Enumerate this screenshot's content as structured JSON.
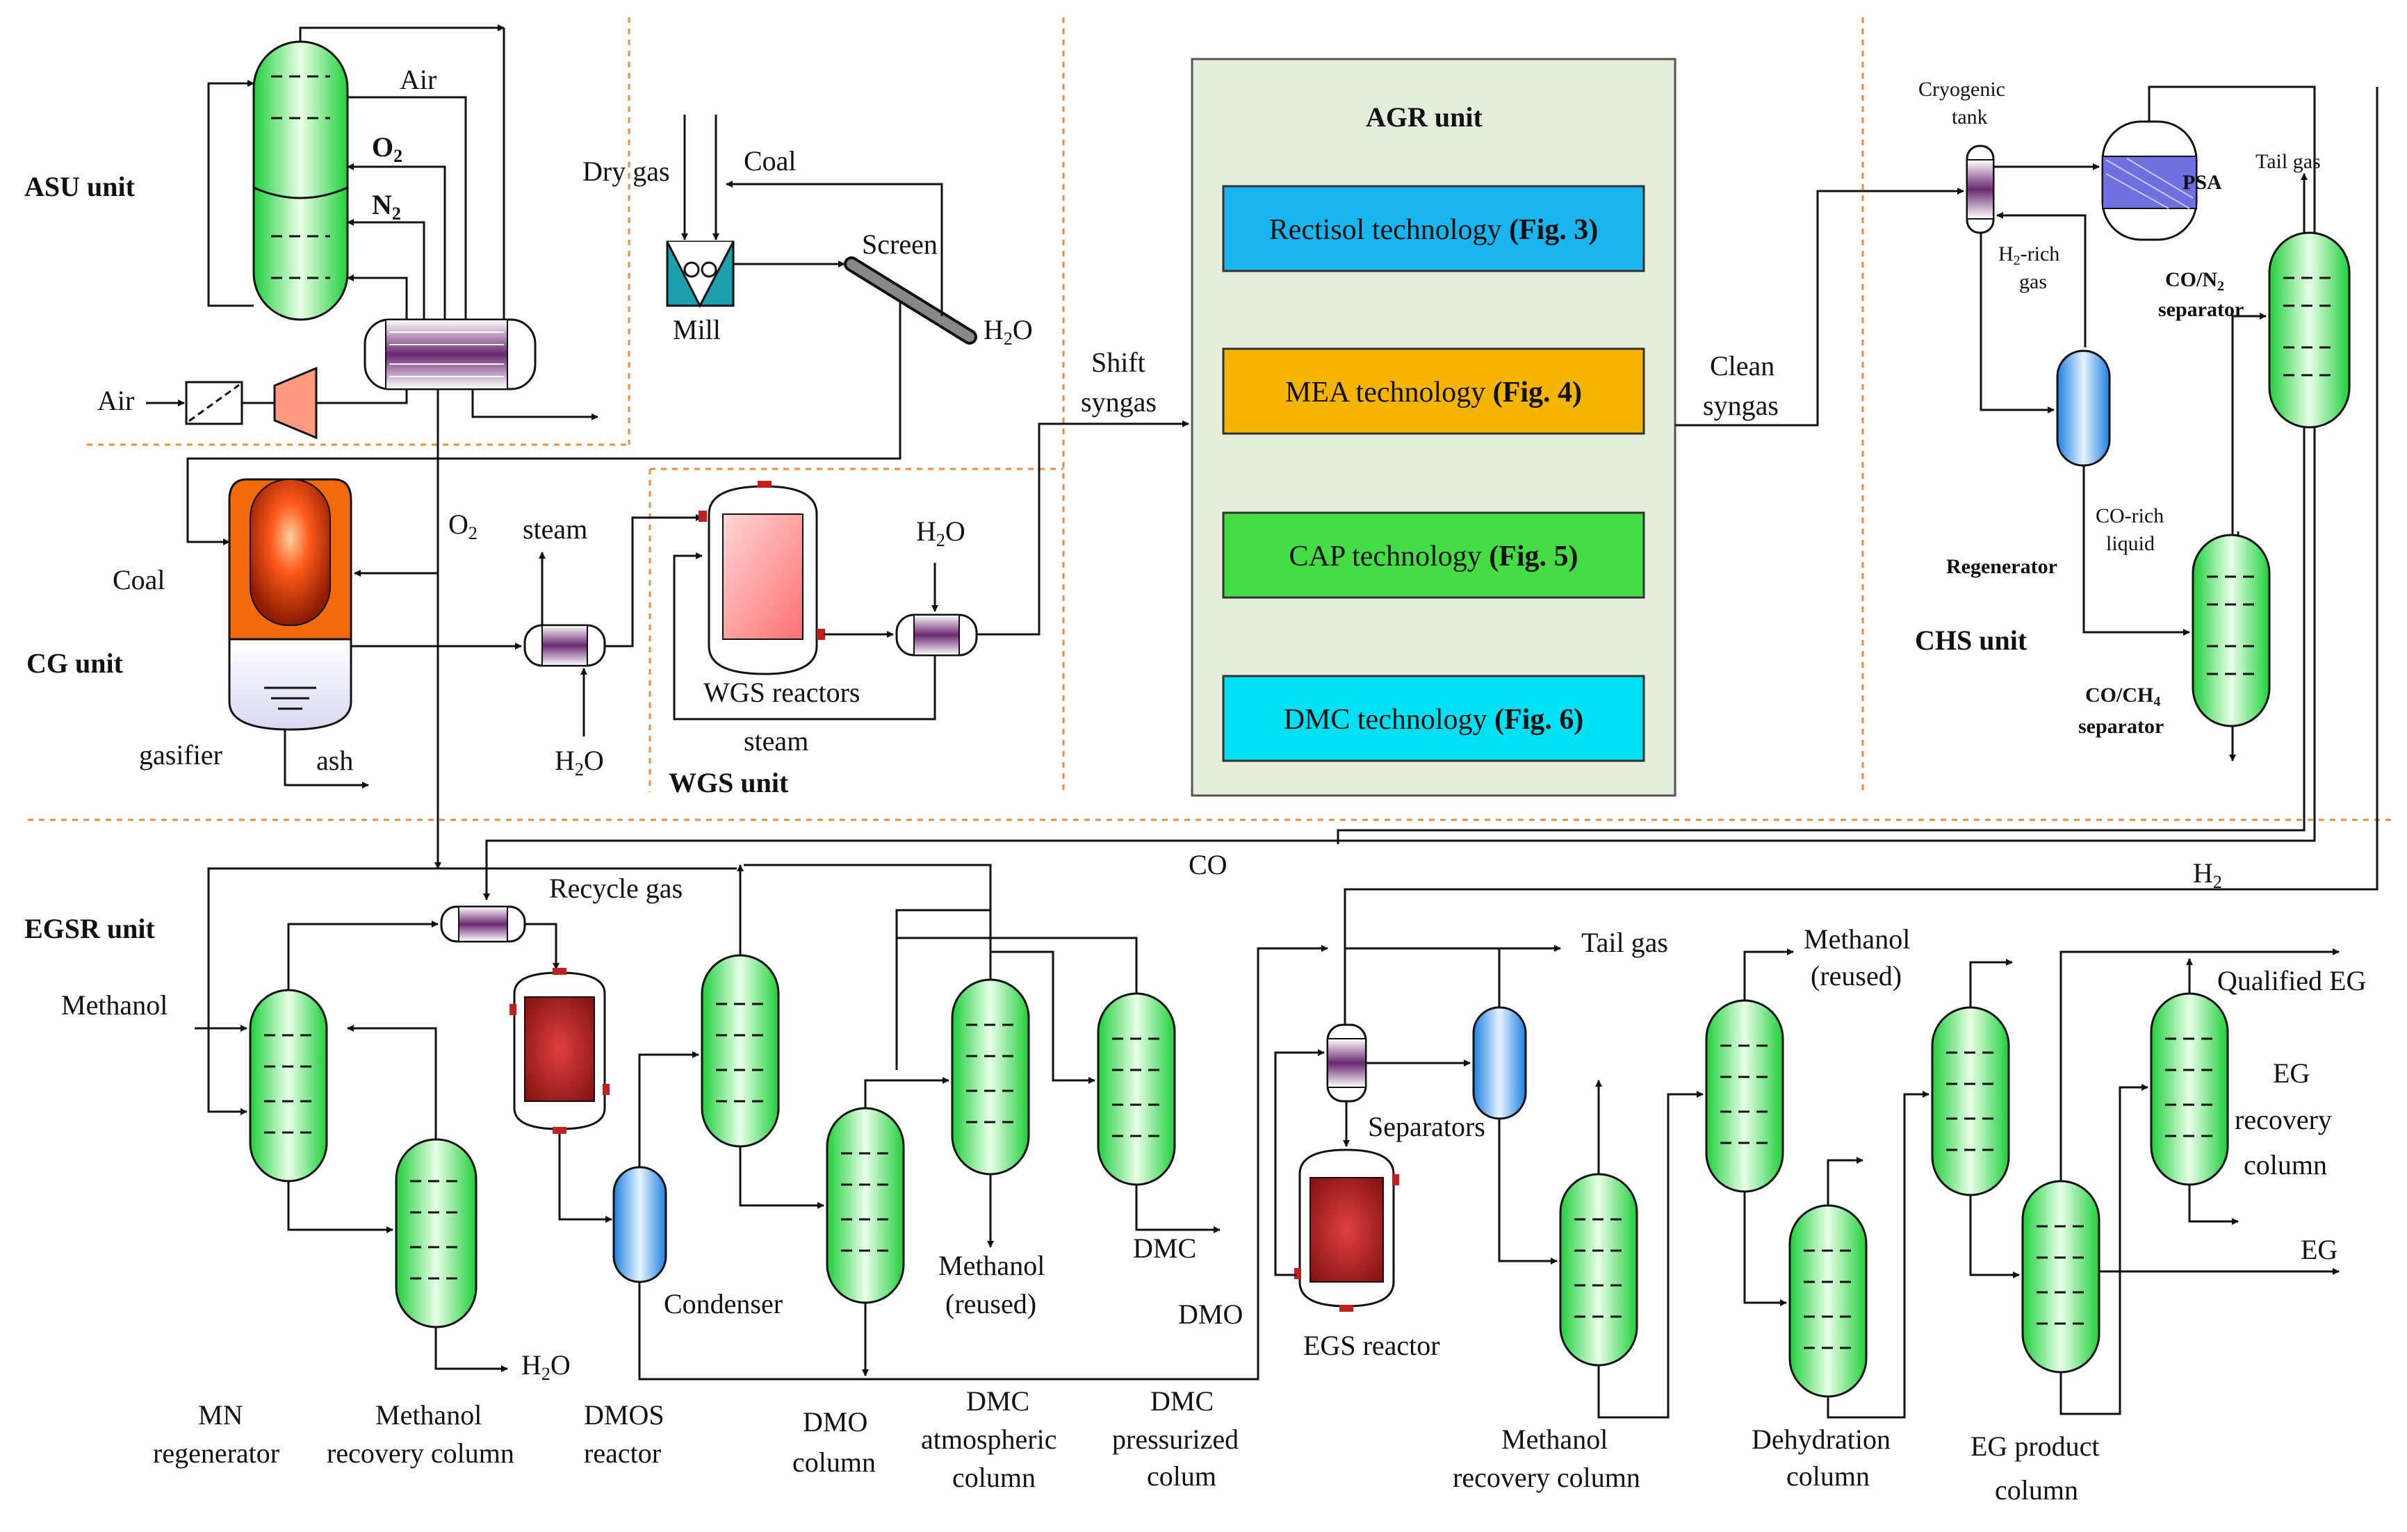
{
  "units": {
    "asu": "ASU unit",
    "cg": "CG unit",
    "wgs": "WGS unit",
    "agr": "AGR unit",
    "chs": "CHS unit",
    "egsr": "EGSR unit"
  },
  "agr_technologies": [
    {
      "name": "Rectisol technology",
      "fig": "(Fig. 3)",
      "color": "#1ab4ee"
    },
    {
      "name": "MEA technology",
      "fig": "(Fig. 4)",
      "color": "#f5b400"
    },
    {
      "name": "CAP technology",
      "fig": "(Fig. 5)",
      "color": "#46dc46"
    },
    {
      "name": "DMC technology",
      "fig": "(Fig. 6)",
      "color": "#00e0f2"
    }
  ],
  "colors": {
    "agr_panel": "#e5eddb",
    "column_green": "#3fe55a",
    "separator_blue": "#2f8fe6",
    "exchanger_purple": "#6a2870",
    "reactor_red": "#b02020",
    "psa_blue": "#6f6fe0",
    "divider_orange": "#f08a3c"
  },
  "labels": {
    "air_top": "Air",
    "o2": "O",
    "o2_sub": "2",
    "n2": "N",
    "n2_sub": "2",
    "air_left": "Air",
    "dry_gas": "Dry gas",
    "coal_top": "Coal",
    "screen": "Screen",
    "mill": "Mill",
    "h2o_screen": "H",
    "h2o_screen_sub": "2",
    "h2o_screen_end": "O",
    "coal_cg": "Coal",
    "o2_cg": "O",
    "o2_cg_sub": "2",
    "gasifier": "gasifier",
    "ash": "ash",
    "steam_up": "steam",
    "h2o_cg": "H",
    "h2o_cg_sub": "2",
    "h2o_cg_end": "O",
    "wgs_reactors": "WGS reactors",
    "steam_wgs": "steam",
    "h2o_wgs": "H",
    "h2o_wgs_sub": "2",
    "h2o_wgs_end": "O",
    "shift_syngas_1": "Shift",
    "shift_syngas_2": "syngas",
    "clean_syngas_1": "Clean",
    "clean_syngas_2": "syngas",
    "cryogenic_1": "Cryogenic",
    "cryogenic_2": "tank",
    "psa": "PSA",
    "tail_gas_chs": "Tail gas",
    "h2rich_1": "H",
    "h2rich_sub": "2",
    "h2rich_end": "-rich",
    "h2rich_2": "gas",
    "con2_1": "CO/N",
    "con2_sub": "2",
    "con2_2": "separator",
    "corich_1": "CO-rich",
    "corich_2": "liquid",
    "regenerator": "Regenerator",
    "coch4_1": "CO/CH",
    "coch4_sub": "4",
    "coch4_2": "separator",
    "co": "CO",
    "h2": "H",
    "h2_sub": "2",
    "recycle_gas": "Recycle gas",
    "methanol_in": "Methanol",
    "h2o_egsr": "H",
    "h2o_egsr_sub": "2",
    "h2o_egsr_end": "O",
    "condenser": "Condenser",
    "methanol_reused_1": "Methanol",
    "methanol_reused_2": "(reused)",
    "dmc_out": "DMC",
    "dmo_out": "DMO",
    "tail_gas_egsr": "Tail gas",
    "separators": "Separators",
    "egs_reactor": "EGS reactor",
    "methanol_reused2_1": "Methanol",
    "methanol_reused2_2": "(reused)",
    "qualified_eg": "Qualified EG",
    "eg_recovery_1": "EG",
    "eg_recovery_2": "recovery",
    "eg_recovery_3": "column",
    "eg_out": "EG",
    "mn_regen_1": "MN",
    "mn_regen_2": "regenerator",
    "meth_rec_1": "Methanol",
    "meth_rec_2": "recovery column",
    "dmos_1": "DMOS",
    "dmos_2": "reactor",
    "dmo_col_1": "DMO",
    "dmo_col_2": "column",
    "dmc_atm_1": "DMC",
    "dmc_atm_2": "atmospheric",
    "dmc_atm_3": "column",
    "dmc_pres_1": "DMC",
    "dmc_pres_2": "pressurized",
    "dmc_pres_3": "colum",
    "meth_rec2_1": "Methanol",
    "meth_rec2_2": "recovery column",
    "dehyd_1": "Dehydration",
    "dehyd_2": "column",
    "eg_prod_1": "EG product",
    "eg_prod_2": "column"
  }
}
